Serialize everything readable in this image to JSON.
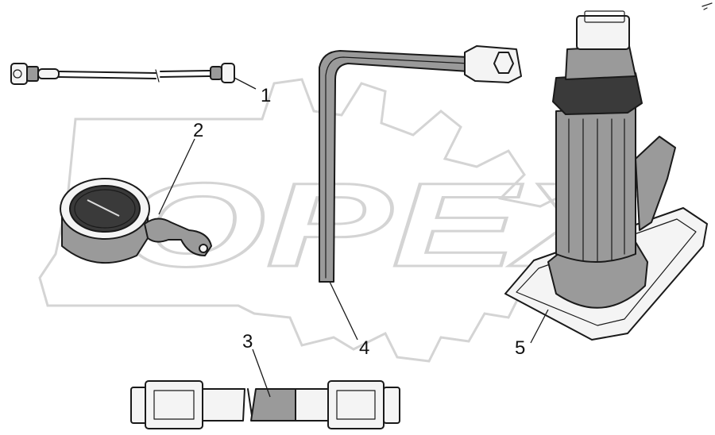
{
  "watermark": {
    "text": "OPEX",
    "color": "#d4d4d4"
  },
  "callouts": [
    {
      "id": "1",
      "label": "1"
    },
    {
      "id": "2",
      "label": "2"
    },
    {
      "id": "3",
      "label": "3"
    },
    {
      "id": "4",
      "label": "4"
    },
    {
      "id": "5",
      "label": "5"
    }
  ],
  "colors": {
    "ink": "#1a1a1a",
    "background": "#ffffff"
  }
}
